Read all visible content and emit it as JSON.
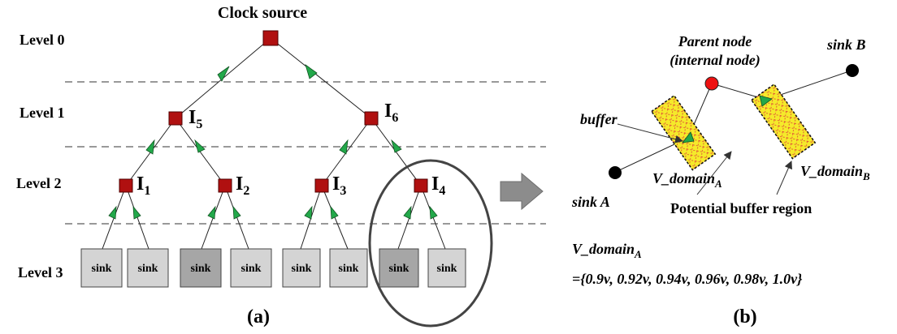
{
  "title": "Clock source",
  "levels": [
    "Level 0",
    "Level 1",
    "Level 2",
    "Level 3"
  ],
  "internal_nodes": [
    {
      "letter": "I",
      "sub": "5"
    },
    {
      "letter": "I",
      "sub": "6"
    },
    {
      "letter": "I",
      "sub": "1"
    },
    {
      "letter": "I",
      "sub": "2"
    },
    {
      "letter": "I",
      "sub": "3"
    },
    {
      "letter": "I",
      "sub": "4"
    }
  ],
  "sink_label": "sink",
  "caption_a": "(a)",
  "caption_b": "(b)",
  "panel_b": {
    "parent_node_line1": "Parent node",
    "parent_node_line2": "(internal node)",
    "sink_b": "sink B",
    "sink_a": "sink A",
    "buffer": "buffer",
    "vdomain_a_base": "V_domain",
    "vdomain_a_sub": "A",
    "vdomain_b_base": "V_domain",
    "vdomain_b_sub": "B",
    "potential_region": "Potential buffer region",
    "set_line1_base": "V_domain",
    "set_line1_sub": "A",
    "set_line2": "={0.9v, 0.92v, 0.94v, 0.96v, 0.98v, 1.0v}"
  },
  "colors": {
    "node_red": "#b01010",
    "buffer_green": "#22a84a",
    "sink_light": "#d4d4d4",
    "sink_dark": "#a6a6a6",
    "region_yellow": "#f5ea2a",
    "parent_red": "#ee1111",
    "arrow_gray": "#8c8c8c"
  }
}
